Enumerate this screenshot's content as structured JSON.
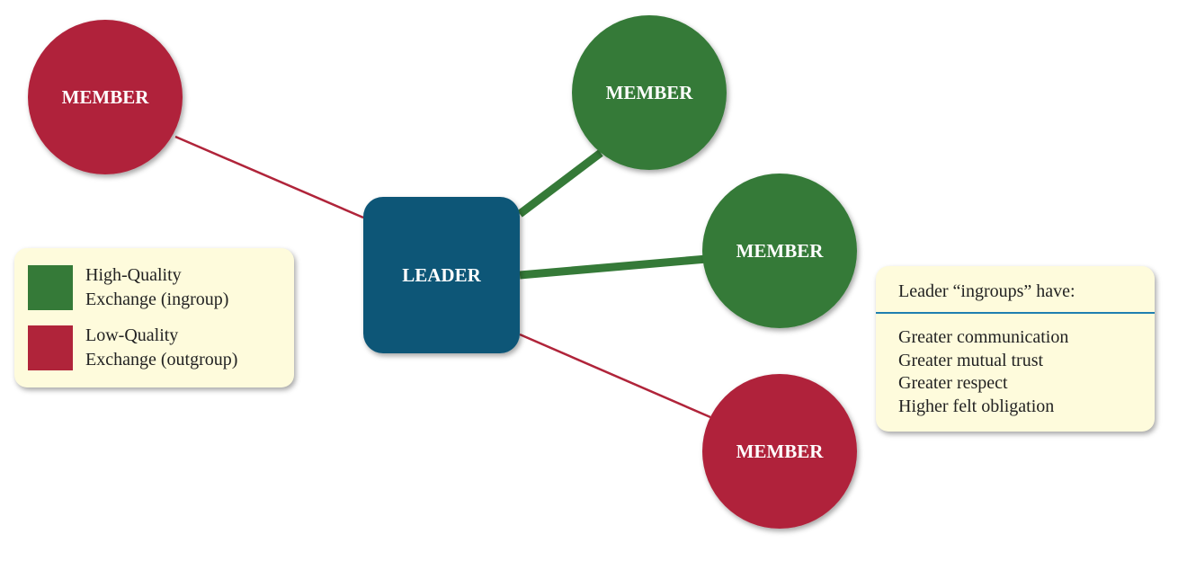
{
  "colors": {
    "high_quality": "#357a38",
    "low_quality": "#b0243a",
    "leader": "#0f5677"
  },
  "nodes": {
    "leader": "LEADER",
    "member_top_left": "MEMBER",
    "member_top_right": "MEMBER",
    "member_mid_right": "MEMBER",
    "member_bottom_right": "MEMBER"
  },
  "legend": {
    "high": {
      "line1": "High-Quality",
      "line2": "Exchange (ingroup)"
    },
    "low": {
      "line1": "Low-Quality",
      "line2": "Exchange (outgroup)"
    }
  },
  "info": {
    "heading": "Leader “ingroups” have:",
    "items": [
      "Greater communication",
      "Greater mutual trust",
      "Greater respect",
      "Higher felt obligation"
    ]
  }
}
